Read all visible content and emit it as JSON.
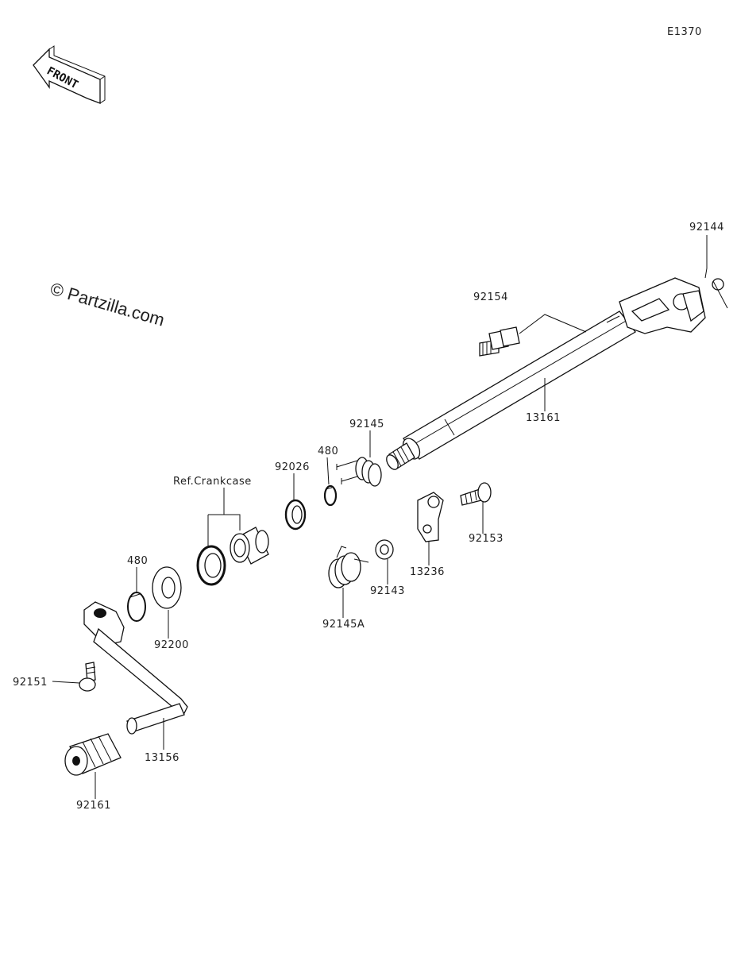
{
  "diagram_code": "E1370",
  "front_label": "FRONT",
  "watermark": "© Partzilla.com",
  "ref_label": "Ref.Crankcase",
  "parts": {
    "p92144": "92144",
    "p92154": "92154",
    "p13161": "13161",
    "p92145": "92145",
    "p480a": "480",
    "p92026": "92026",
    "p480b": "480",
    "p92200": "92200",
    "p92153": "92153",
    "p13236": "13236",
    "p92143": "92143",
    "p92145A": "92145A",
    "p92151": "92151",
    "p13156": "13156",
    "p92161": "92161"
  }
}
